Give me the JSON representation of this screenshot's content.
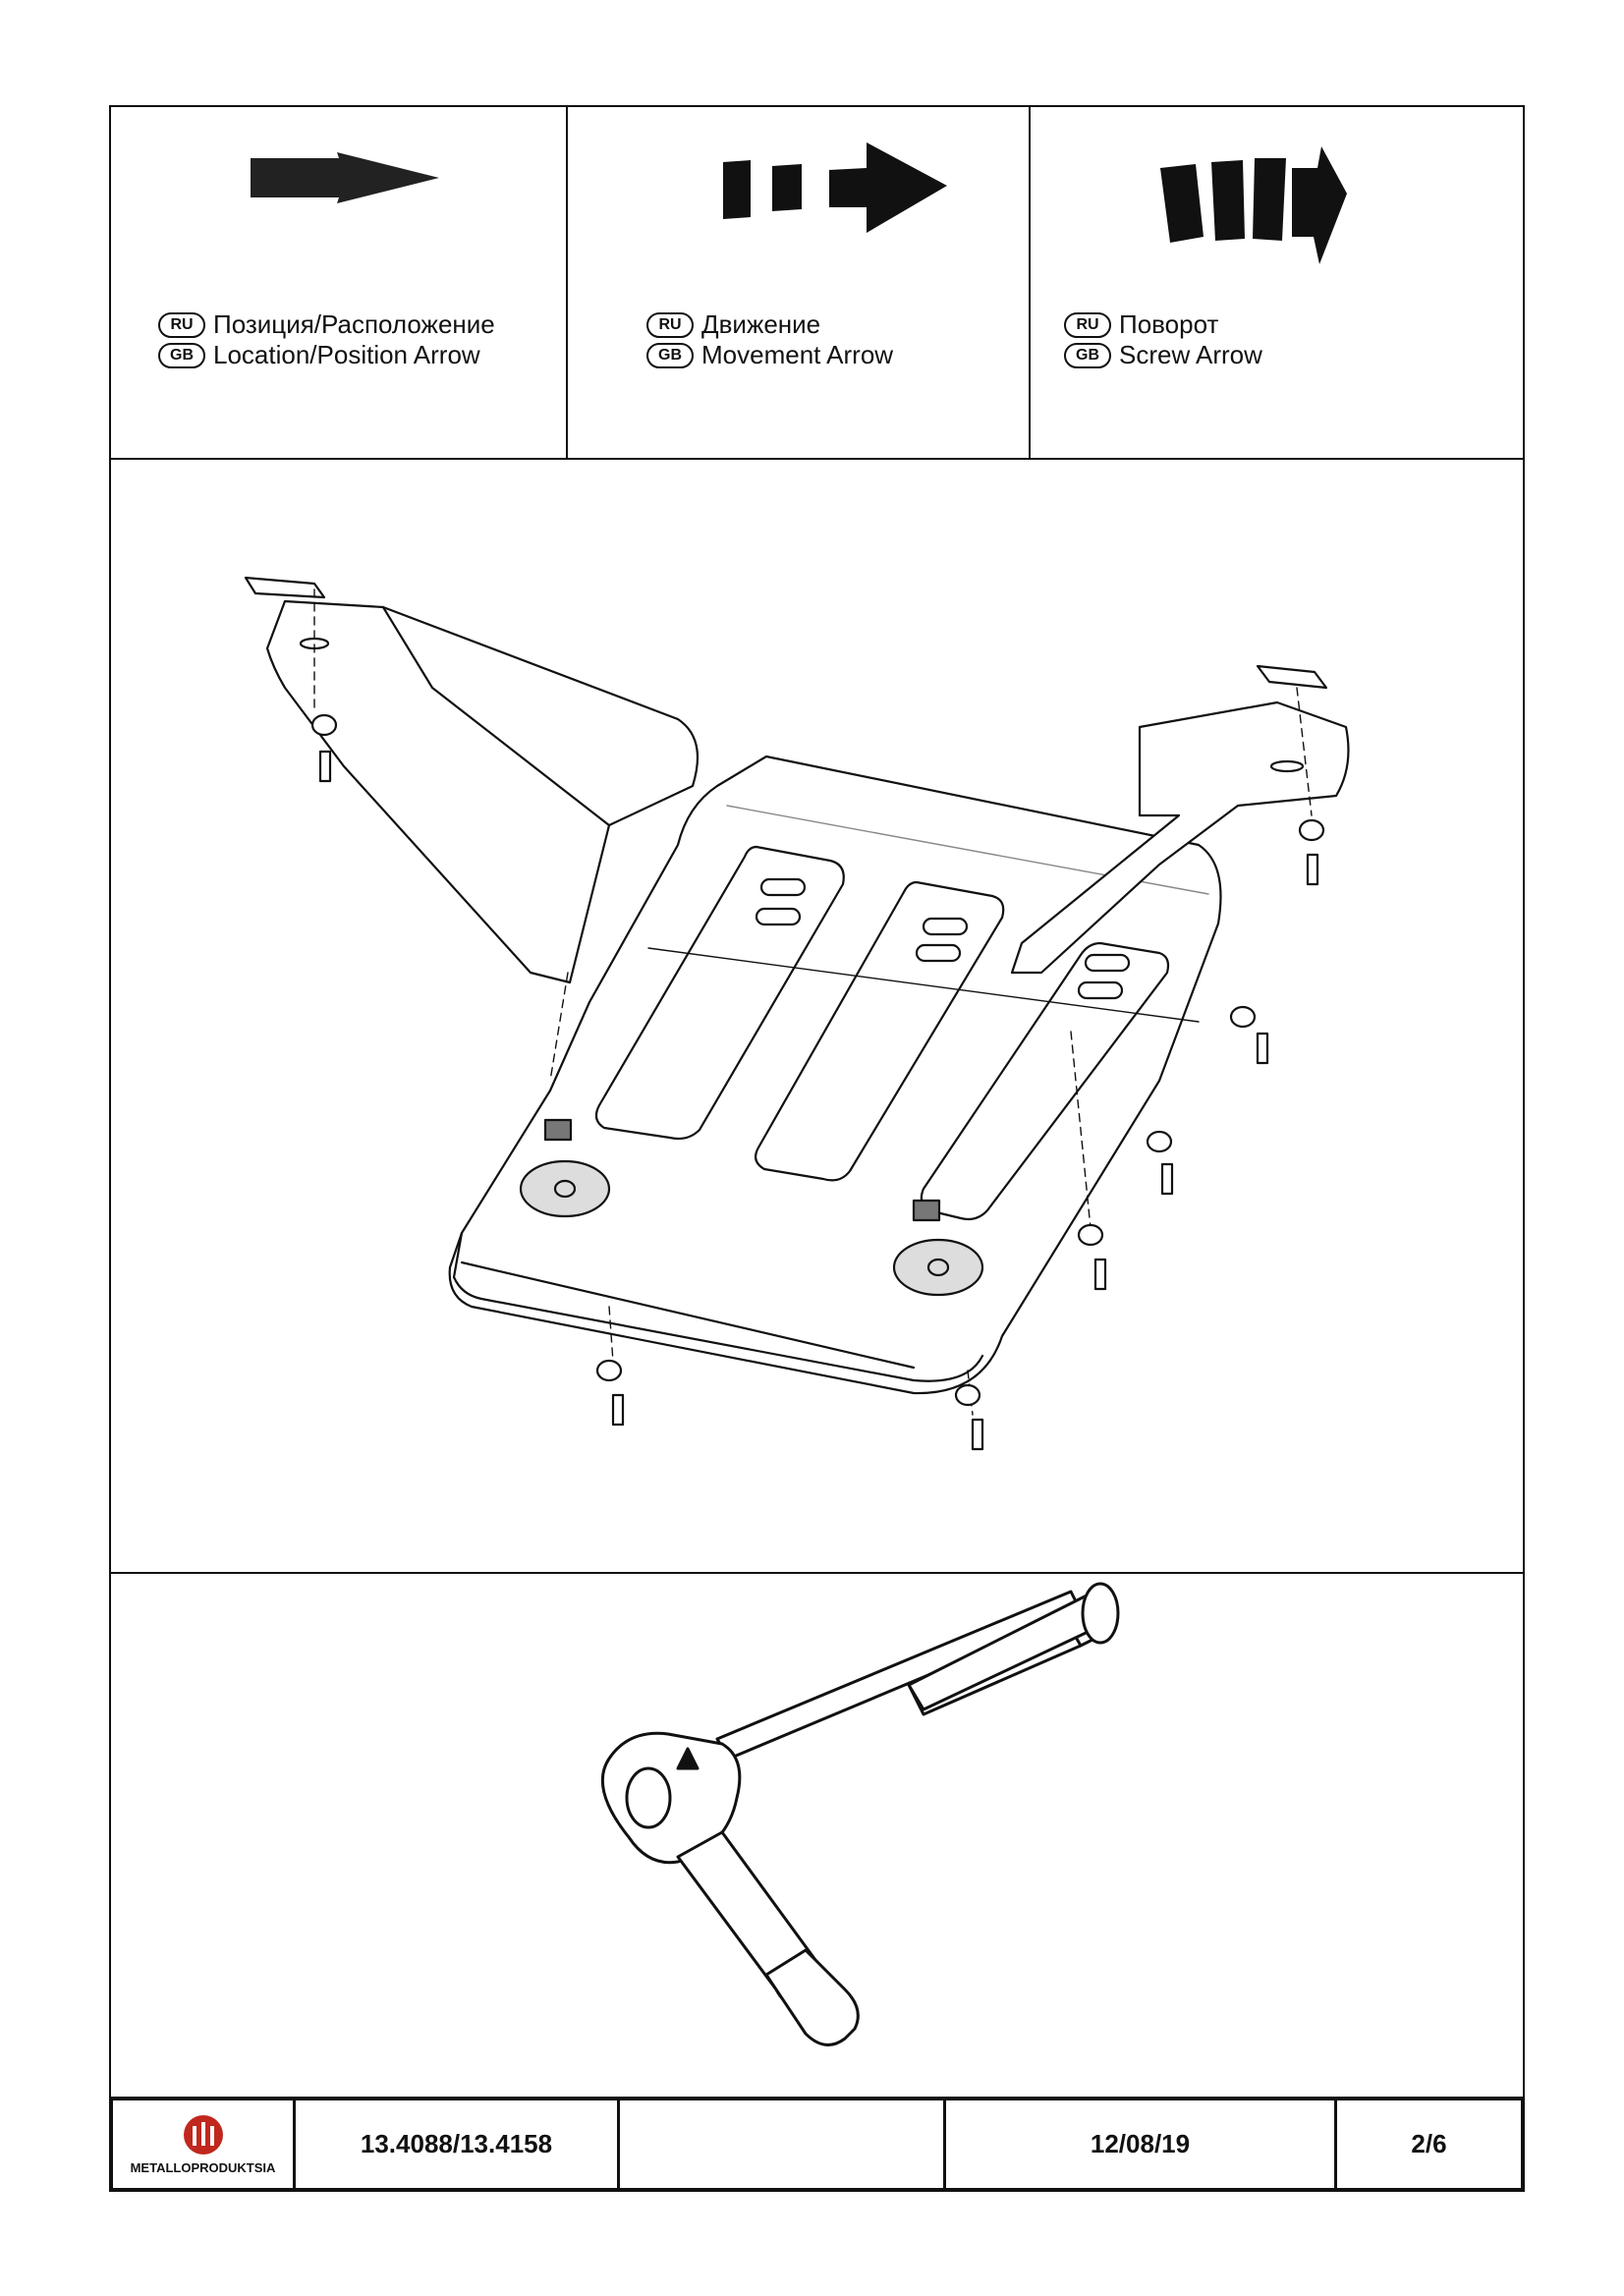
{
  "legend": [
    {
      "lang1": "RU",
      "text1": "Позиция/Расположение",
      "lang2": "GB",
      "text2": "Location/Position Arrow",
      "icon": "location-arrow-icon"
    },
    {
      "lang1": "RU",
      "text1": "Движение",
      "lang2": "GB",
      "text2": "Movement Arrow",
      "icon": "movement-arrow-icon"
    },
    {
      "lang1": "RU",
      "text1": "Поворот",
      "lang2": "GB",
      "text2": "Screw Arrow",
      "icon": "screw-arrow-icon"
    }
  ],
  "figures": {
    "assembly": "skid-plate-assembly-diagram",
    "tool": "ratchet-wrench-illustration"
  },
  "footer": {
    "logo_text": "METALLOPRODUKTSIA",
    "part_number": "13.4088/13.4158",
    "blank": "",
    "date": "12/08/19",
    "page": "2/6"
  },
  "colors": {
    "ink": "#111111",
    "logo_red": "#c0281e"
  }
}
